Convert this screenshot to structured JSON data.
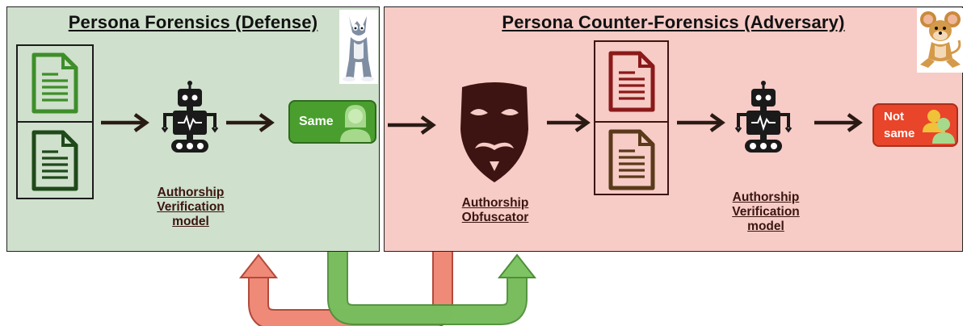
{
  "defense": {
    "title": "Persona Forensics (Defense)",
    "model_label": [
      "Authorship",
      "Verification",
      "model"
    ],
    "result_label": "Same"
  },
  "adversary": {
    "title": "Persona Counter-Forensics (Adversary)",
    "obfuscator_label": [
      "Authorship",
      "Obfuscator"
    ],
    "model_label": [
      "Authorship",
      "Verification",
      "model"
    ],
    "result_label": [
      "Not",
      "same"
    ]
  },
  "colors": {
    "defense_bg": "#cfe0cc",
    "adversary_bg": "#f7cbc6",
    "green_doc": "#3e8e2a",
    "dark_green_doc": "#1f4a1a",
    "red_doc": "#8a1a1a",
    "brown_doc": "#5a3a1a",
    "mask": "#3d1412",
    "robot": "#1a1a1a",
    "same_badge": "#4a9e2e",
    "not_same_badge": "#e8452a",
    "arrow_green": "#7fc464",
    "arrow_red": "#ef8a78"
  },
  "icons": [
    "cat-cartoon-icon",
    "mouse-cartoon-icon",
    "document-icon",
    "robot-icon",
    "mask-icon",
    "person-icon",
    "arrow-icon"
  ]
}
